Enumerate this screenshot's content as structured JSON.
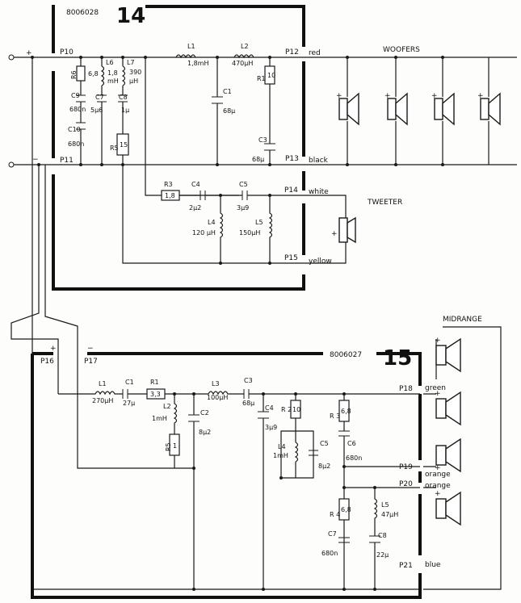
{
  "board14": {
    "number": "14",
    "code": "8006028",
    "pins": {
      "p10": "P10",
      "p11": "P11",
      "p12": "P12",
      "p13": "P13",
      "p14": "P14",
      "p15": "P15"
    },
    "wires": {
      "red": "red",
      "black": "black",
      "white": "white",
      "yellow": "yellow"
    },
    "plus": "+",
    "minus": "−",
    "woofers": "WOOFERS",
    "tweeter": "TWEETER",
    "parts": {
      "r6": "R6",
      "r6v": "6,8",
      "l6": "L6",
      "l6v1": "1,8",
      "l6v2": "mH",
      "l7": "L7",
      "l7v1": "390",
      "l7v2": "μH",
      "c9": "C9",
      "c9v": "680n",
      "c7": "C7",
      "c7v": "5μ6",
      "c8": "C8",
      "c8v": "1μ",
      "c10": "C10",
      "c10v": "680n",
      "r5": "R5",
      "r5v": "15",
      "l1": "L1",
      "l1v": "1,8mH",
      "l2": "L2",
      "l2v": "470μH",
      "c1": "C1",
      "c1v": "68μ",
      "r1": "R1",
      "r1v": "10",
      "c3": "C3",
      "c3v": "68μ",
      "r3": "R3",
      "r3v": "1,8",
      "c4": "C4",
      "c4v": "2μ2",
      "c5": "C5",
      "c5v": "3μ9",
      "l4": "L4",
      "l4v": "120 μH",
      "l5": "L5",
      "l5v": "150μH"
    }
  },
  "board15": {
    "number": "15",
    "code": "8006027",
    "pins": {
      "p16": "P16",
      "p17": "P17",
      "p18": "P18",
      "p19": "P19",
      "p20": "P20",
      "p21": "P21"
    },
    "wires": {
      "green": "green",
      "orange1": "orange",
      "orange2": "orange",
      "blue": "blue"
    },
    "plus": "+",
    "minus": "−",
    "midrange": "MIDRANGE",
    "parts": {
      "l1": "L1",
      "l1v": "270μH",
      "c1": "C1",
      "c1v": "27μ",
      "r1": "R1",
      "r1v": "3,3",
      "l2": "L2",
      "l2v": "1mH",
      "r5": "R5",
      "r5v": "1",
      "l3": "L3",
      "l3v": "100μH",
      "c2": "C2",
      "c2v": "8μ2",
      "c3": "C3",
      "c3v": "68μ",
      "c4": "C4",
      "c4v": "3μ9",
      "r2": "R 2",
      "r2v": "10",
      "l4": "L4",
      "l4v": "1mH",
      "c5": "C5",
      "c5v": "8μ2",
      "r3": "R 3",
      "r3v": "6,8",
      "c6": "C6",
      "c6v": "680n",
      "r4": "R 4",
      "r4v": "6,8",
      "l5": "L5",
      "l5v": "47μH",
      "c7": "C7",
      "c7v": "680n",
      "c8": "C8",
      "c8v": "22μ"
    }
  }
}
